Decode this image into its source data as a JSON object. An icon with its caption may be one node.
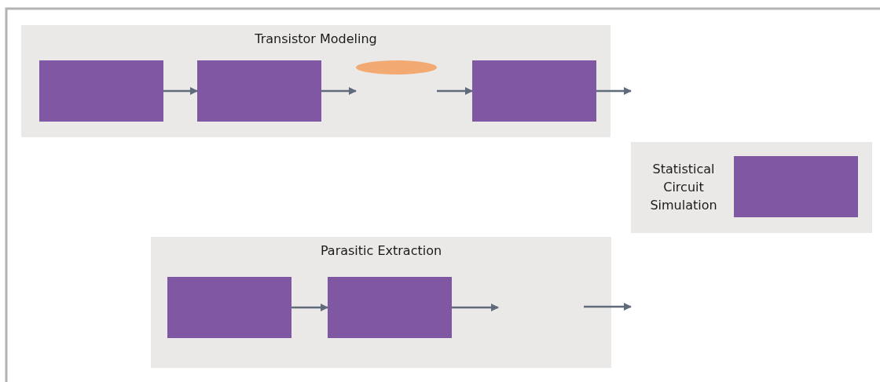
{
  "diagram": {
    "nodes": [
      {
        "text": [
          "Transistor Modeling"
        ]
      },
      {
        "text": [],
        "shape": "box",
        "in": 0
      },
      {
        "text": [],
        "shape": "box",
        "in": 0
      },
      {
        "text": [],
        "shape": "ellipse",
        "in": 0
      },
      {
        "text": [],
        "shape": "box",
        "in": 0
      },
      {
        "text": [
          "Statistical Circuit Simulation"
        ]
      },
      {
        "text": [],
        "shape": "box",
        "in": 5
      },
      {
        "text": [
          "Parasitic Extraction"
        ]
      },
      {
        "text": [],
        "shape": "box",
        "in": 7
      },
      {
        "text": [],
        "shape": "box",
        "in": 7
      }
    ],
    "edges": [
      {
        "from": 1,
        "to": 2,
        "arrow": "to"
      },
      {
        "from": 2,
        "to": 3,
        "arrow": "to"
      },
      {
        "from": 3,
        "to": 4,
        "arrow": "to"
      },
      {
        "from": 4,
        "to": null,
        "arrow": "to"
      },
      {
        "from": 8,
        "to": 9,
        "arrow": "to"
      },
      {
        "from": 9,
        "to": null,
        "arrow": "to"
      }
    ]
  }
}
